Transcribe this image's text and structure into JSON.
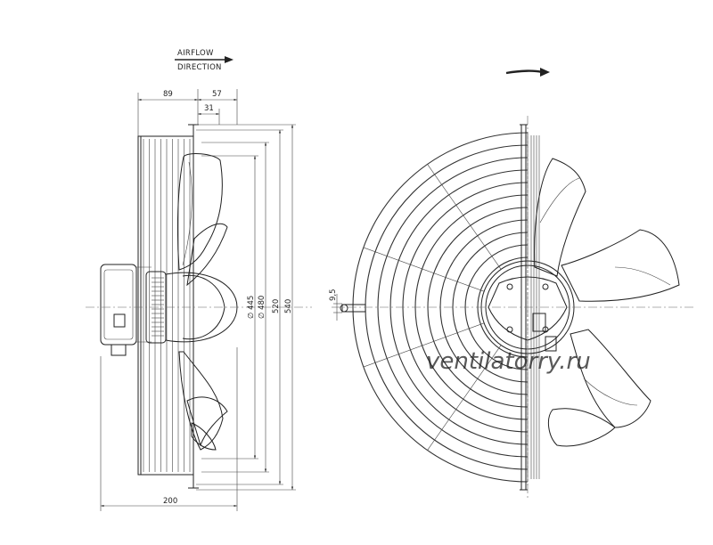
{
  "airflow": {
    "line1": "AIRFLOW",
    "line2": "DIRECTION"
  },
  "dimensions": {
    "d89": "89",
    "d57": "57",
    "d31": "31",
    "d200": "200",
    "d445": "∅ 445",
    "d480": "∅ 480",
    "d520": "520",
    "d540": "540",
    "d95": "9,5"
  },
  "watermark": "ventilatorry.ru",
  "icons": {
    "airflow_arrow": "arrow-right-icon",
    "rotation_arrow": "rotation-arrow-icon"
  }
}
